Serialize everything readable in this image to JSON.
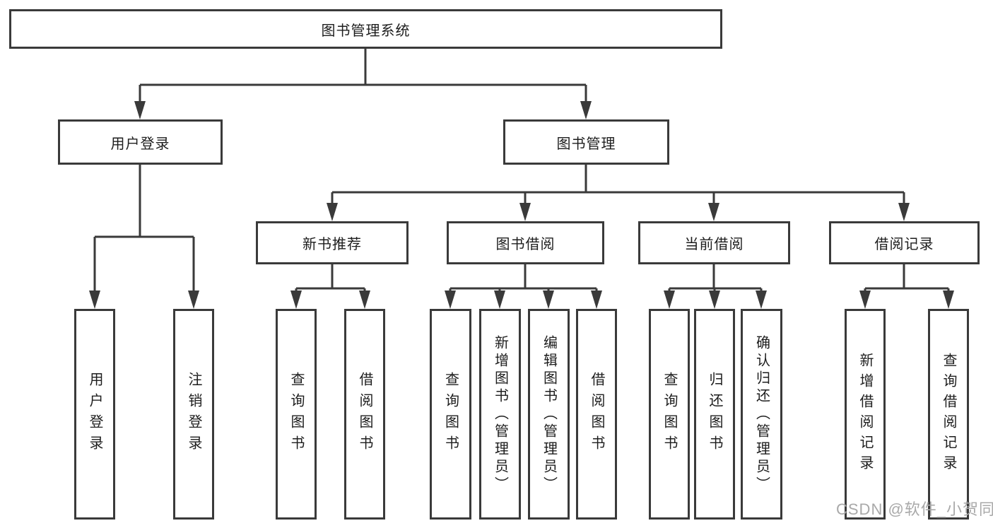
{
  "diagram": {
    "root": {
      "label": "图书管理系统"
    },
    "level2": [
      {
        "label": "用户登录",
        "children": [
          {
            "label": "用户登录"
          },
          {
            "label": "注销登录"
          }
        ]
      },
      {
        "label": "图书管理",
        "children": [
          {
            "label": "新书推荐",
            "children": [
              {
                "label": "查询图书"
              },
              {
                "label": "借阅图书"
              }
            ]
          },
          {
            "label": "图书借阅",
            "children": [
              {
                "label": "查询图书"
              },
              {
                "label": "新增图书（管理员）"
              },
              {
                "label": "编辑图书（管理员）"
              },
              {
                "label": "借阅图书"
              }
            ]
          },
          {
            "label": "当前借阅",
            "children": [
              {
                "label": "查询图书"
              },
              {
                "label": "归还图书"
              },
              {
                "label": "确认归还（管理员）"
              }
            ]
          },
          {
            "label": "借阅记录",
            "children": [
              {
                "label": "新增借阅记录"
              },
              {
                "label": "查询借阅记录"
              }
            ]
          }
        ]
      }
    ]
  },
  "watermark": {
    "text": "CSDN @软件_小贺同学"
  },
  "colors": {
    "line": "#3a3a3a",
    "box_border": "#3a3a3a",
    "text": "#1d1d1d",
    "watermark": "#a9a9a9",
    "background": "#ffffff"
  }
}
